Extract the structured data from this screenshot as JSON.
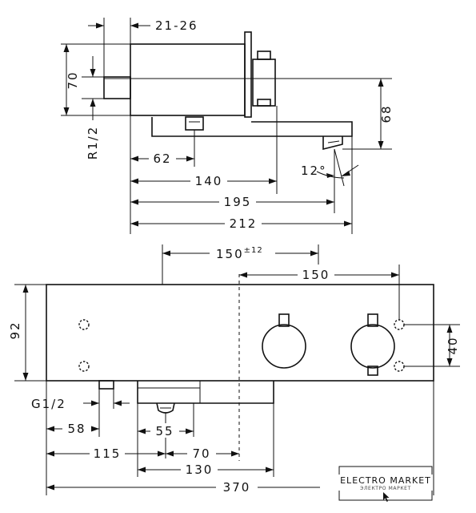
{
  "side_view": {
    "dim_wall": "21-26",
    "dim_height": "70",
    "dim_thread": "R1/2",
    "dim_spout_drop": "68",
    "dim_62": "62",
    "dim_140": "140",
    "dim_195": "195",
    "dim_212": "212",
    "dim_angle": "12°"
  },
  "front_view": {
    "dim_150_main": "150",
    "dim_150_tol": "±12",
    "dim_150": "150",
    "dim_height": "92",
    "dim_40": "40",
    "dim_thread": "G1/2",
    "dim_58": "58",
    "dim_55": "55",
    "dim_70": "70",
    "dim_115": "115",
    "dim_130": "130",
    "dim_370": "370"
  },
  "watermark": {
    "title": "ELECTRO MARKET",
    "subtitle": "ЭЛЕКТРО МАРКЕТ"
  }
}
